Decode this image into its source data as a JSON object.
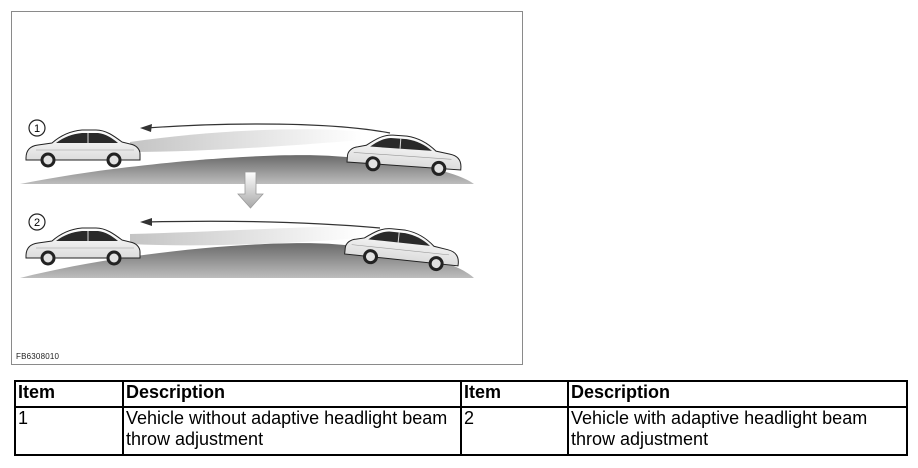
{
  "figure": {
    "code": "FB6308010",
    "callouts": [
      "1",
      "2"
    ]
  },
  "legend": {
    "headers": [
      "Item",
      "Description",
      "Item",
      "Description"
    ],
    "rows": [
      [
        "1",
        "Vehicle without adaptive headlight beam throw adjustment",
        "2",
        "Vehicle with adaptive headlight beam throw adjustment"
      ]
    ]
  }
}
